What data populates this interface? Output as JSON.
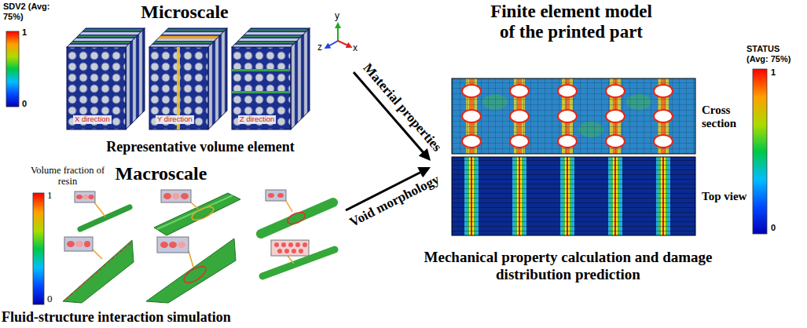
{
  "diagram": {
    "nodes": [
      {
        "text": [
          "Microscale",
          "Representative volume element"
        ]
      },
      {
        "text": [
          "Macroscale",
          "Fluid-structure interaction simulation"
        ]
      },
      {
        "text": [
          "Finite element model of the printed part",
          "Mechanical property calculation and damage distribution prediction"
        ]
      }
    ],
    "edges": [
      {
        "from": 0,
        "to": 2,
        "arrow": "to",
        "label": "Material properties"
      },
      {
        "from": 1,
        "to": 2,
        "arrow": "to",
        "label": "Void morphology"
      }
    ],
    "labels": [
      "SDV2 (Avg: 75%)",
      "1",
      "0",
      "X direction",
      "Y direction",
      "Z direction",
      "y",
      "z",
      "x",
      "Volume fraction of resin",
      "1",
      "0",
      "Cross section",
      "Top view",
      "STATUS (Avg: 75%)",
      "1",
      "0"
    ]
  }
}
